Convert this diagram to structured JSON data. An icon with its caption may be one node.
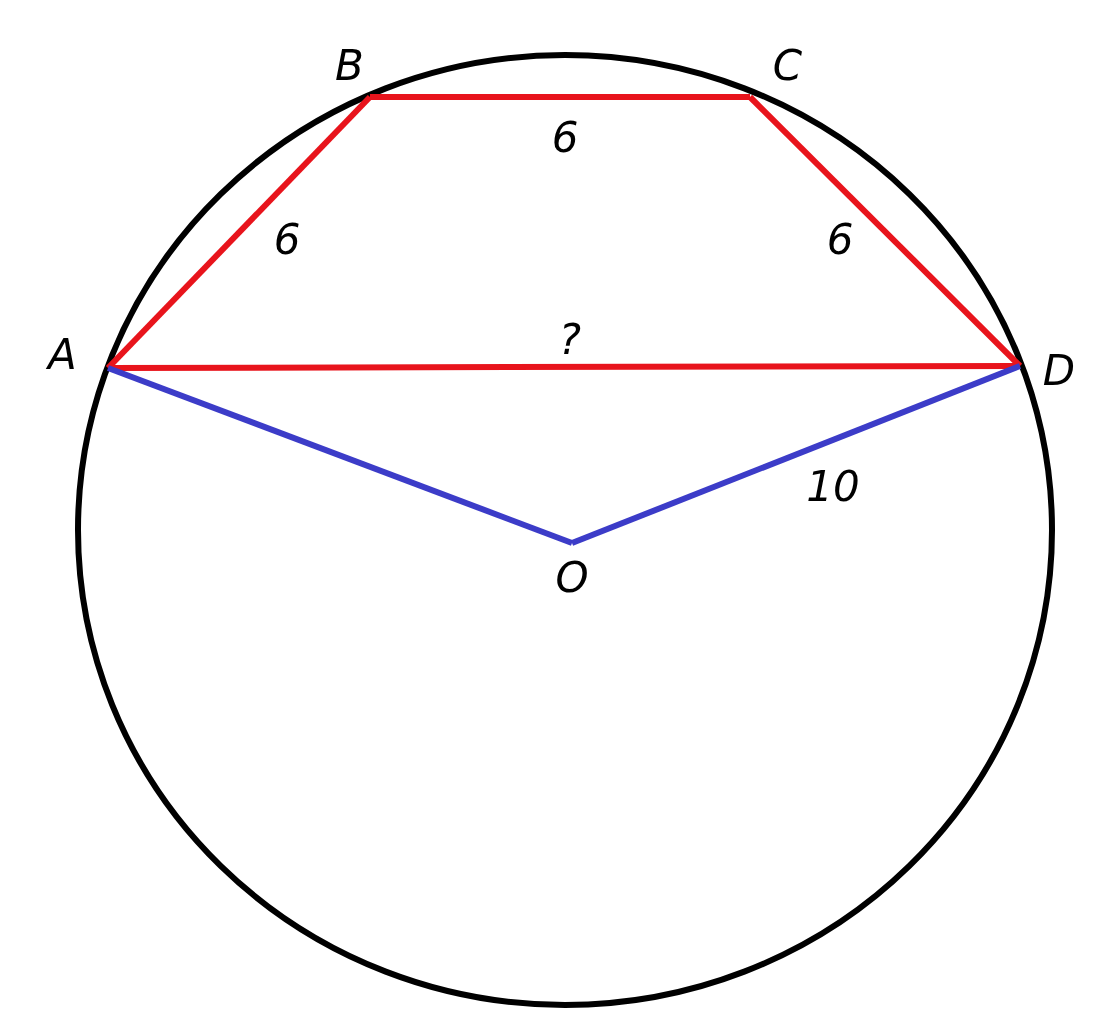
{
  "diagram": {
    "nodes": [
      {
        "text": [
          "A"
        ]
      },
      {
        "text": [
          "B"
        ]
      },
      {
        "text": [
          "C"
        ]
      },
      {
        "text": [
          "D"
        ]
      },
      {
        "text": [
          "O"
        ]
      }
    ],
    "edges": [
      {
        "from": 0,
        "to": 1,
        "arrow": "none",
        "label": "6"
      },
      {
        "from": 1,
        "to": 2,
        "arrow": "none",
        "label": "6"
      },
      {
        "from": 2,
        "to": 3,
        "arrow": "none",
        "label": "6"
      },
      {
        "from": 0,
        "to": 3,
        "arrow": "none",
        "label": "?"
      },
      {
        "from": 0,
        "to": 4,
        "arrow": "none",
        "color": "#3c3cc8"
      },
      {
        "from": 4,
        "to": 3,
        "arrow": "none",
        "label": "10",
        "color": "#3c3cc8"
      }
    ]
  }
}
